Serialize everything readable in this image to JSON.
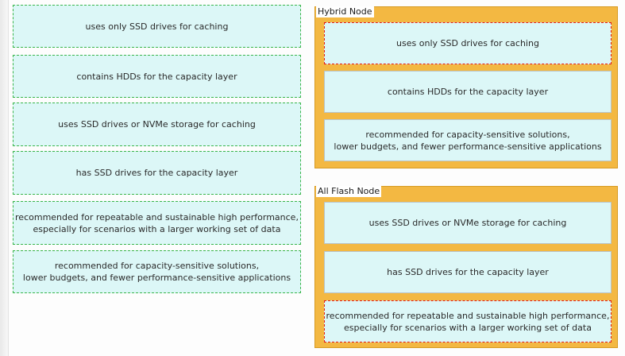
{
  "answer_choices": [
    "uses only SSD drives for caching",
    "contains HDDs for the capacity layer",
    "uses SSD drives or NVMe storage for caching",
    "has SSD drives for the capacity layer",
    "recommended for repeatable and sustainable high performance,\nespecially for scenarios with a larger working set of data",
    "recommended for capacity-sensitive solutions,\nlower budgets, and fewer performance-sensitive applications"
  ],
  "hybrid_node": {
    "title": "Hybrid Node",
    "slots": [
      "uses only SSD drives for caching",
      "contains HDDs for the capacity layer",
      "recommended for capacity-sensitive solutions,\nlower budgets, and fewer performance-sensitive applications"
    ]
  },
  "all_flash_node": {
    "title": "All Flash Node",
    "slots": [
      "uses SSD drives or NVMe storage for caching",
      "has SSD drives for the capacity layer",
      "recommended for repeatable and sustainable high performance,\nespecially for scenarios with a larger working set of data"
    ]
  },
  "colors": {
    "card_bg": "#dcf7f7",
    "source_border": "#39b54a",
    "error_border": "#e01919",
    "zone_bg": "#f3b842"
  }
}
